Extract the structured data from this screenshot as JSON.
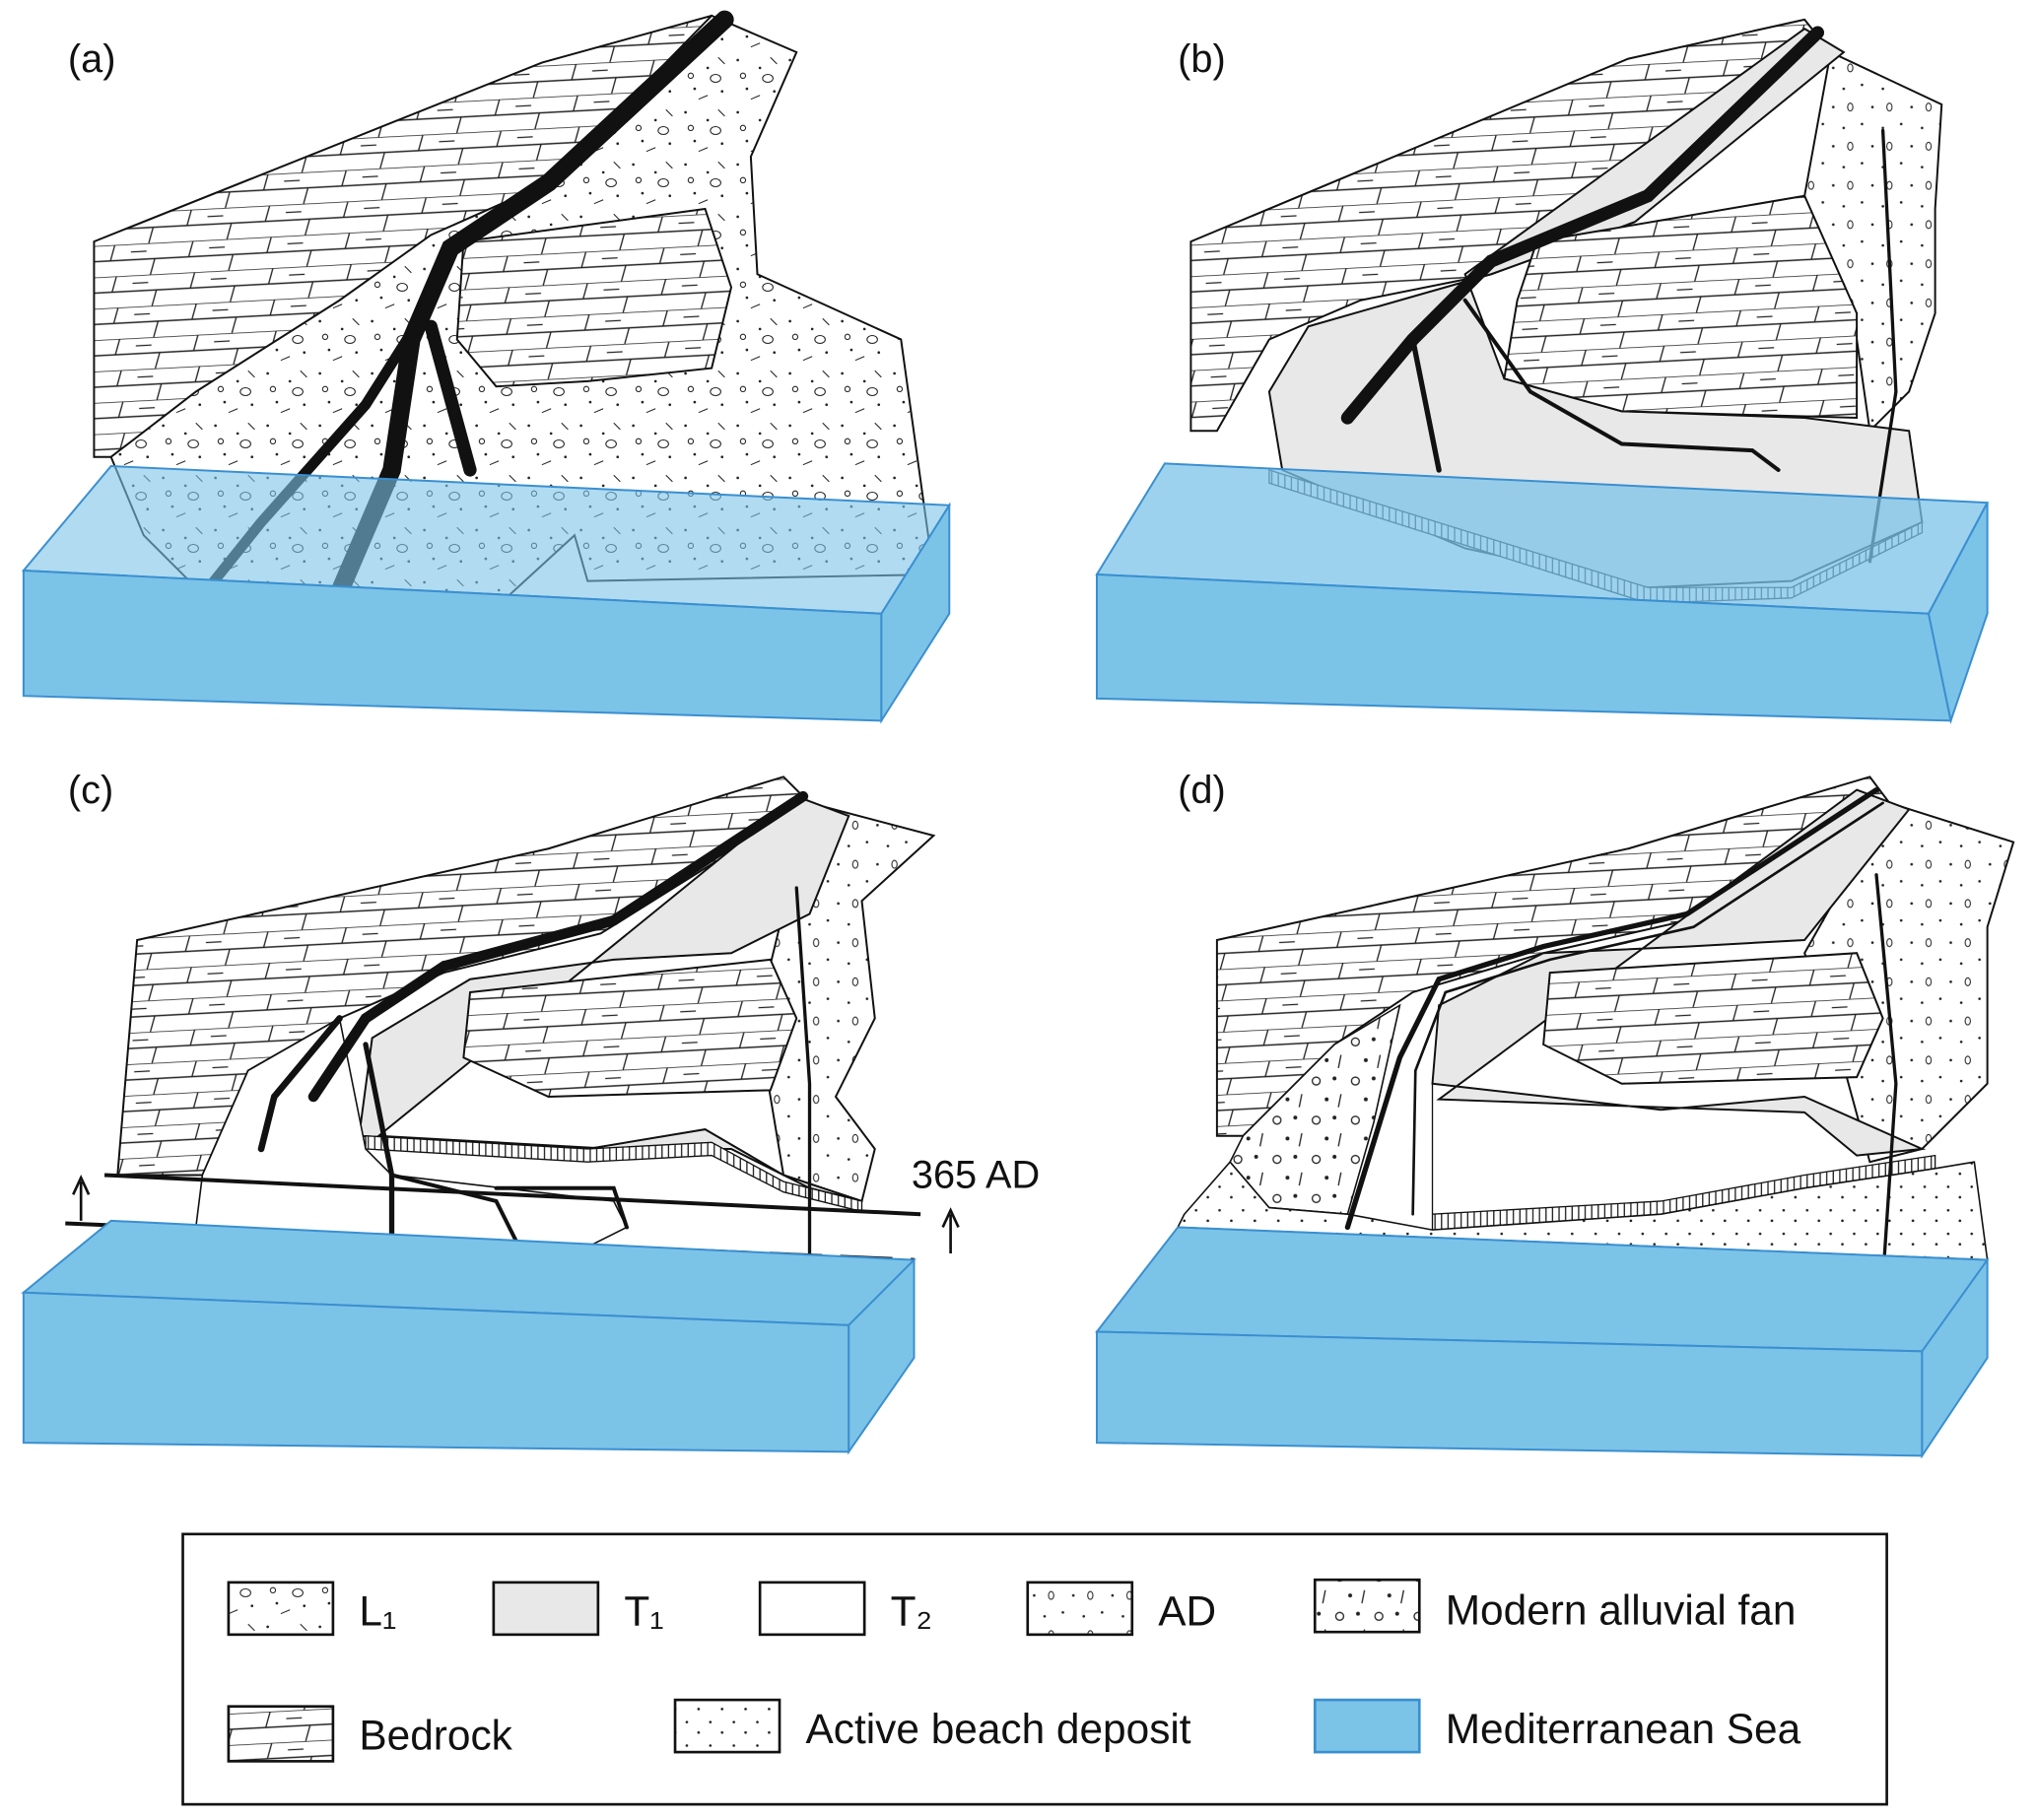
{
  "panels": [
    {
      "label": "(a)"
    },
    {
      "label": "(b)"
    },
    {
      "label": "(c)",
      "annotation": "365 AD"
    },
    {
      "label": "(d)"
    }
  ],
  "legend": {
    "items": [
      {
        "label": "L₁",
        "pattern": "gravel"
      },
      {
        "label": "T₁",
        "pattern": "grey"
      },
      {
        "label": "T₂",
        "pattern": "white"
      },
      {
        "label": "AD",
        "pattern": "dots-circles"
      },
      {
        "label": "Modern alluvial fan",
        "pattern": "fan"
      },
      {
        "label": "Bedrock",
        "pattern": "bricks"
      },
      {
        "label": "Active beach deposit",
        "pattern": "dots"
      },
      {
        "label": "Mediterranean Sea",
        "pattern": "sea"
      }
    ]
  },
  "colors": {
    "sea": "#7cc3e8",
    "sea_edge": "#3a8fd0",
    "terrace_t1": "#e8e8e8",
    "channel": "#111111"
  }
}
